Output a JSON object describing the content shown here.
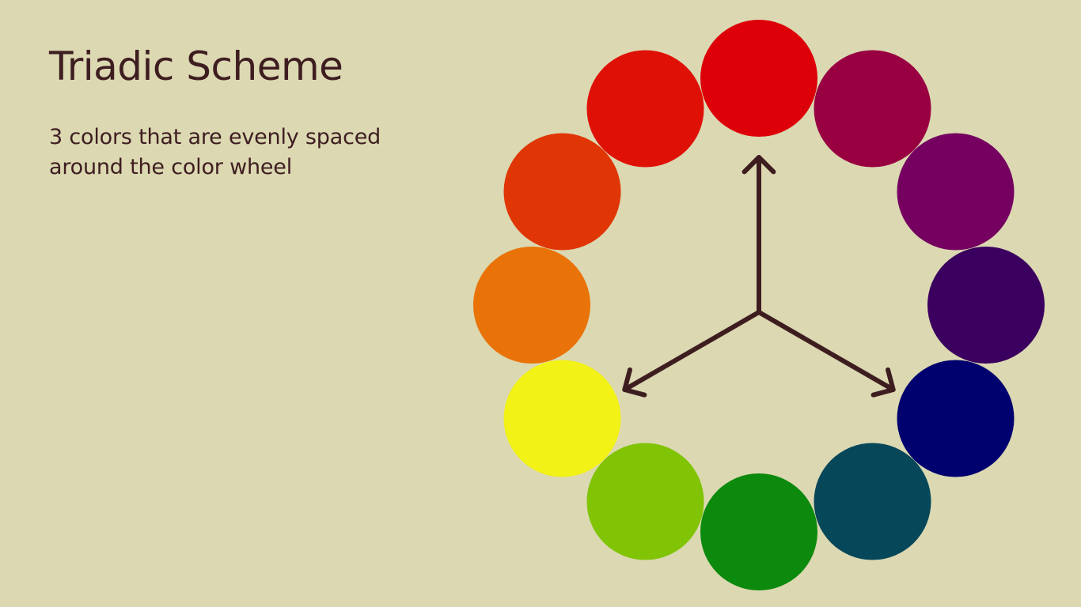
{
  "slide": {
    "title": "Triadic Scheme",
    "description": "3 colors that are evenly spaced around the color wheel",
    "background_color": "#dbd8b2",
    "text_color": "#3e1d20"
  },
  "color_wheel": {
    "swatches": [
      {
        "name": "red",
        "color": "#dd0008"
      },
      {
        "name": "red-violet",
        "color": "#990041"
      },
      {
        "name": "violet",
        "color": "#760060"
      },
      {
        "name": "blue-violet",
        "color": "#3b005f"
      },
      {
        "name": "blue",
        "color": "#00006e"
      },
      {
        "name": "blue-green",
        "color": "#06475a"
      },
      {
        "name": "green",
        "color": "#0c8a0d"
      },
      {
        "name": "yellow-green",
        "color": "#80c405"
      },
      {
        "name": "yellow",
        "color": "#f2f216"
      },
      {
        "name": "yellow-orange",
        "color": "#e97308"
      },
      {
        "name": "orange",
        "color": "#e03606"
      },
      {
        "name": "red-orange",
        "color": "#df1106"
      }
    ],
    "triad_arrows": [
      {
        "target": "red",
        "angle_deg": 0
      },
      {
        "target": "blue",
        "angle_deg": 120
      },
      {
        "target": "yellow",
        "angle_deg": 240
      }
    ],
    "arrow_color": "#3e1d20"
  }
}
